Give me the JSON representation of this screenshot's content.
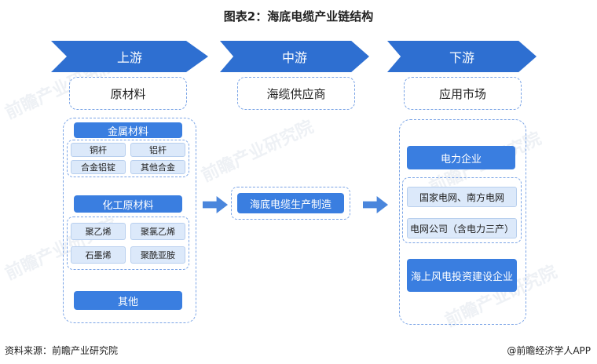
{
  "title": "图表2：海底电缆产业链结构",
  "stages": {
    "upstream": "上游",
    "midstream": "中游",
    "downstream": "下游"
  },
  "upstream": {
    "header": "原材料",
    "metal": {
      "label": "金属材料",
      "items": [
        "铜杆",
        "铝杆",
        "合金铝锭",
        "其他合金"
      ]
    },
    "chemical": {
      "label": "化工原材料",
      "items": [
        "聚乙烯",
        "聚氯乙烯",
        "石墨烯",
        "聚酰亚胺"
      ]
    },
    "other": "其他"
  },
  "midstream": {
    "header": "海缆供应商",
    "item": "海底电缆生产制造"
  },
  "downstream": {
    "header": "应用市场",
    "power": "电力企业",
    "grid_companies": "国家电网、南方电网",
    "grid_subs": "电网公司（含电力三产）",
    "offshore_wind": "海上风电投资建设企业"
  },
  "watermark": "前瞻产业研究院",
  "footer": {
    "source": "资料来源：前瞻产业研究院",
    "app": "@前瞻经济学人APP"
  },
  "colors": {
    "primary_blue": "#2e6fd1",
    "button_blue": "#3a7ee0",
    "chip_bg": "#dce9fa",
    "dash_border": "#7aa4e6"
  }
}
